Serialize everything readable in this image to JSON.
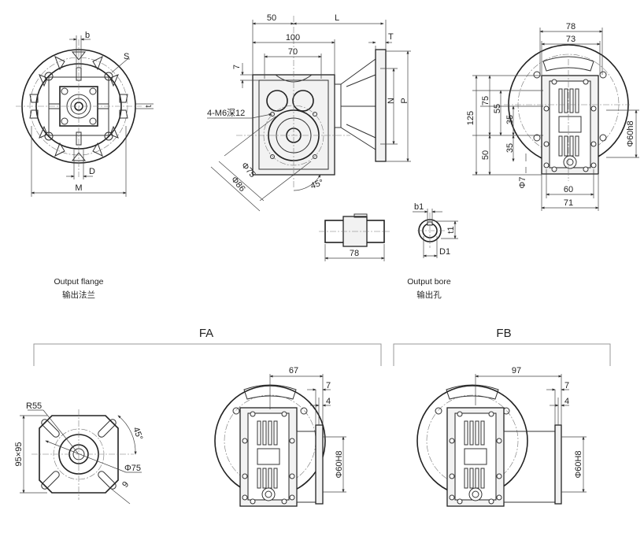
{
  "output_flange": {
    "labels": {
      "b": "b",
      "S": "S",
      "t": "t",
      "D": "D",
      "M": "M"
    },
    "caption_en": "Output flange",
    "caption_cn": "输出法兰"
  },
  "side_view": {
    "dims": {
      "d50": "50",
      "L": "L",
      "d100": "100",
      "d70": "70",
      "d7": "7",
      "T": "T",
      "N": "N",
      "P": "P"
    },
    "hole_note": "4-M6深12",
    "phi75": "Φ75",
    "phi86": "Φ86",
    "angle": "45°"
  },
  "front_view": {
    "dims": {
      "d78": "78",
      "d73": "73",
      "d125": "125",
      "d75": "75",
      "d55": "55",
      "d35a": "35",
      "d50": "50",
      "d35b": "35",
      "phi7": "Φ7",
      "d60": "60",
      "d71": "71",
      "phi60h8": "Φ60h8"
    }
  },
  "output_bore": {
    "shaft_length": "78",
    "labels": {
      "b1": "b1",
      "t1": "t1",
      "D1": "D1"
    },
    "caption_en": "Output bore",
    "caption_cn": "输出孔"
  },
  "fa": {
    "title": "FA",
    "flange": {
      "r55": "R55",
      "size": "95×95",
      "angle": "45°",
      "phi75": "Φ75",
      "slot": "9"
    },
    "dims": {
      "d67": "67",
      "d7": "7",
      "d4": "4",
      "phi60H8": "Φ60H8"
    }
  },
  "fb": {
    "title": "FB",
    "dims": {
      "d97": "97",
      "d7": "7",
      "d4": "4",
      "phi60H8": "Φ60H8"
    }
  }
}
